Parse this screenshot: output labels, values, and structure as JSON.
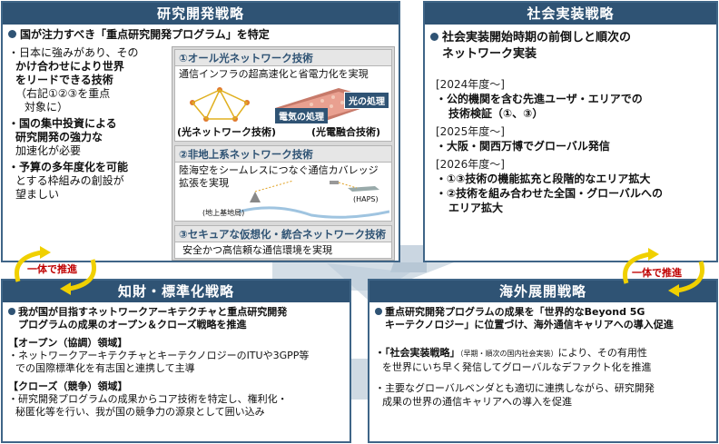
{
  "research": {
    "title": "研究開発戦略",
    "headline": "国が注力すべき「重点研究開発プログラム」を特定",
    "left_bullets": [
      [
        "・日本に強みがあり、その",
        "かけ合わせにより世界",
        "をリードできる技術",
        "（右記①②③を重点",
        "対象に）"
      ],
      [
        "・国の集中投資による",
        "研究開発の強力な",
        "加速化が必要"
      ],
      [
        "・予算の多年度化を可能",
        "とする枠組みの創設が",
        "望ましい"
      ]
    ],
    "programs": [
      {
        "title": "①オール光ネットワーク技術",
        "desc": "通信インフラの超高速化と省電力化を実現",
        "labels": [
          "(光ネットワーク技術)",
          "電気の処理",
          "光の処理",
          "(光電融合技術)"
        ]
      },
      {
        "title": "②非地上系ネットワーク技術",
        "desc": [
          "陸海空をシームレスにつなぐ通信カバレッジ",
          "拡張を実現"
        ],
        "labels": [
          "(地上基地局)",
          "(HAPS)"
        ]
      },
      {
        "title": "③セキュアな仮想化・統合ネットワーク技術",
        "desc": "安全かつ高信頼な通信環境を実現"
      }
    ]
  },
  "social": {
    "title": "社会実装戦略",
    "headline": [
      "社会実装開始時期の前倒しと順次の",
      "ネットワーク実装"
    ],
    "years": [
      {
        "year": "[2024年度～]",
        "items": [
          [
            "・公的機関を含む先進ユーザ・エリアでの",
            "技術検証（①、③）"
          ]
        ]
      },
      {
        "year": "[2025年度～]",
        "items": [
          [
            "・大阪・関西万博でグローバル発信"
          ]
        ]
      },
      {
        "year": "[2026年度～]",
        "items": [
          [
            "・①③技術の機能拡充と段階的なエリア拡大"
          ],
          [
            "・②技術を組み合わせた全国・グローバルへの",
            "エリア拡大"
          ]
        ]
      }
    ]
  },
  "ip": {
    "title": "知財・標準化戦略",
    "headline": [
      "我が国が目指すネットワークアーキテクチャと重点研究開発",
      "プログラムの成果のオープン＆クローズ戦略を推進"
    ],
    "open_title": "【オープン（協調）領域】",
    "open_text": [
      "・ネットワークアーキテクチャとキーテクノロジーのITUや3GPP等",
      "での国際標準化を有志国と連携して主導"
    ],
    "close_title": "【クローズ（競争）領域】",
    "close_text": [
      "・研究開発プログラムの成果からコア技術を特定し、権利化・",
      "秘匿化等を行い、我が国の競争力の源泉として囲い込み"
    ]
  },
  "global": {
    "title": "海外展開戦略",
    "headline": [
      "重点研究開発プログラムの成果を「世界的なBeyond 5G",
      "キーテクノロジー」に位置づけ、海外通信キャリアへの導入促進"
    ],
    "bullet1": [
      "・「社会実装戦略」",
      "（早期・順次の国内社会実装）",
      "により、その有用性",
      "を世界にいち早く発信してグローバルなデファクト化を推進"
    ],
    "bullet2": [
      "・主要なグローバルベンダとも適切に連携しながら、研究開発",
      "成果の世界の通信キャリアへの導入を促進"
    ]
  },
  "connectors": {
    "left": "一体で推進",
    "right": "一体で推進"
  },
  "colors": {
    "header": "#2f5374",
    "accent_red": "#c00000",
    "arrow_yellow": "#f0d000"
  }
}
